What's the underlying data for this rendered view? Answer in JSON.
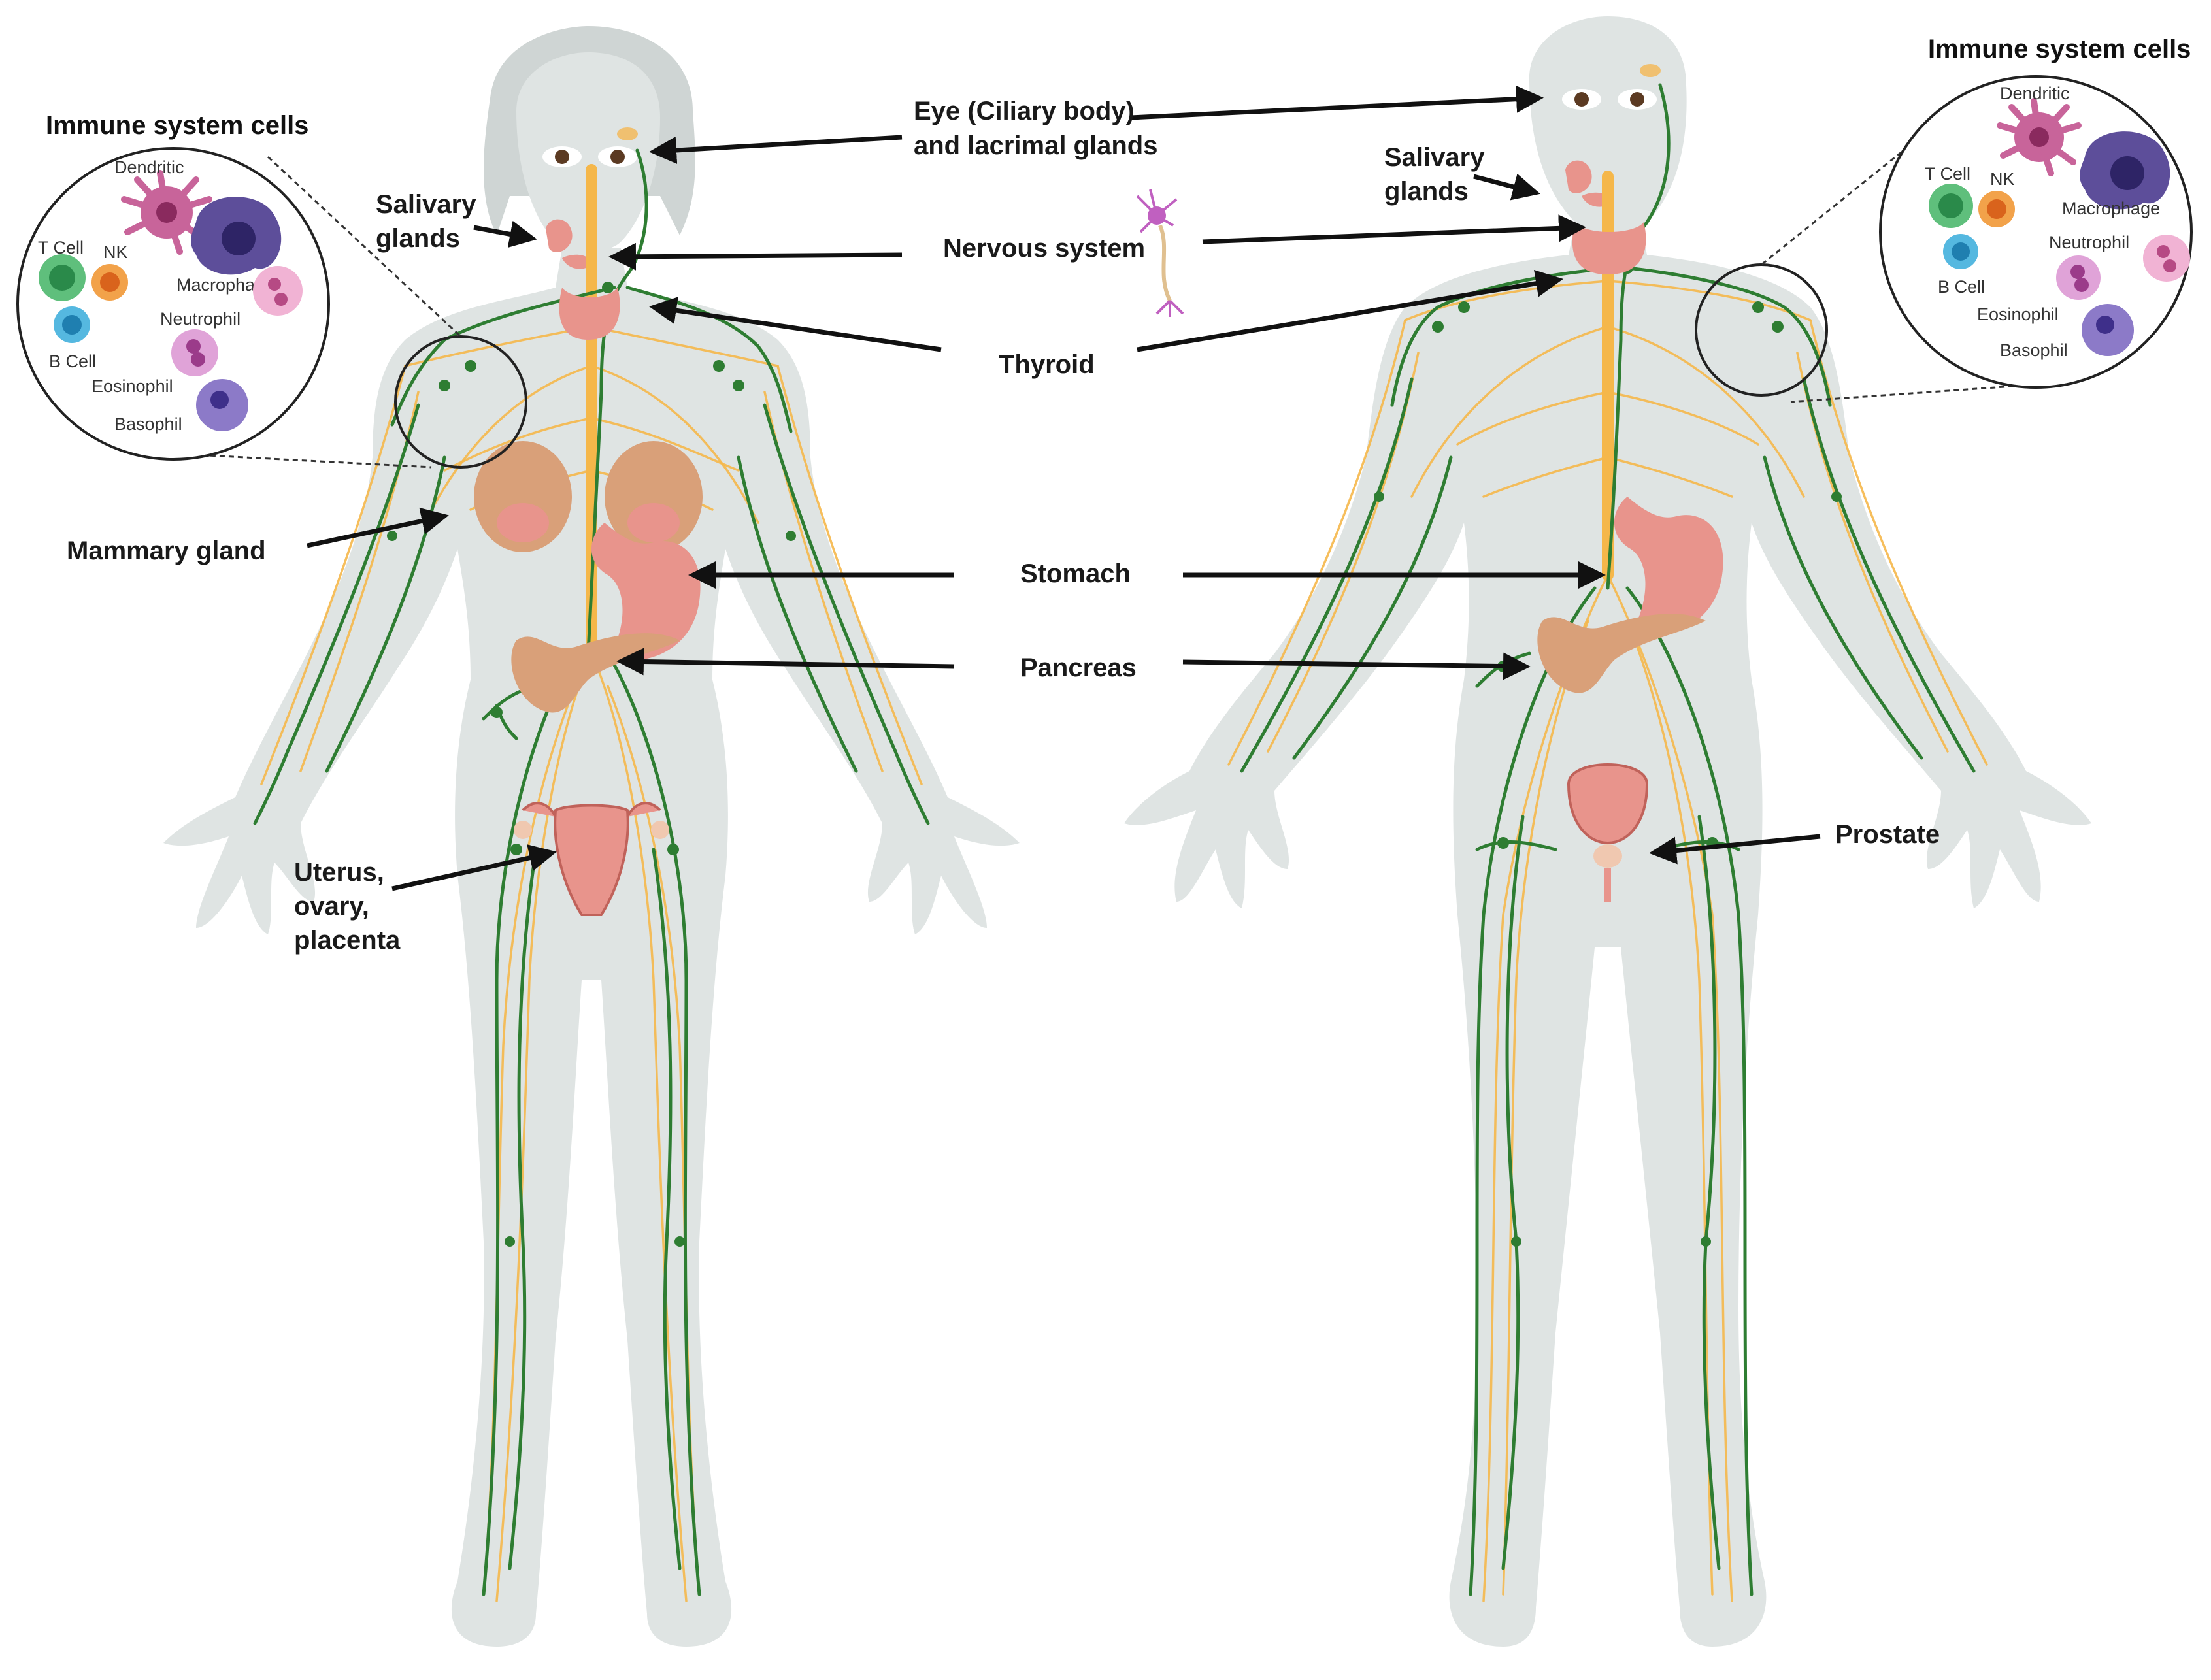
{
  "left_panel": {
    "title": "Immune system cells",
    "cells": {
      "dendritic": "Dendritic",
      "t_cell": "T Cell",
      "nk": "NK",
      "macrophage": "Macrophage",
      "b_cell": "B Cell",
      "neutrophil": "Neutrophil",
      "eosinophil": "Eosinophil",
      "basophil": "Basophil"
    }
  },
  "right_panel": {
    "title": "Immune system cells",
    "cells": {
      "dendritic": "Dendritic",
      "t_cell": "T Cell",
      "nk": "NK",
      "macrophage": "Macrophage",
      "neutrophil": "Neutrophil",
      "b_cell": "B Cell",
      "eosinophil": "Eosinophil",
      "basophil": "Basophil"
    }
  },
  "labels": {
    "eye_line1": "Eye (Ciliary body)",
    "eye_line2": "and lacrimal glands",
    "salivary_left_1": "Salivary",
    "salivary_left_2": "glands",
    "salivary_right_1": "Salivary",
    "salivary_right_2": "glands",
    "nervous_system": "Nervous system",
    "thyroid": "Thyroid",
    "mammary_gland": "Mammary gland",
    "stomach": "Stomach",
    "pancreas": "Pancreas",
    "uterus_1": "Uterus,",
    "uterus_2": "ovary,",
    "uterus_3": "placenta",
    "prostate": "Prostate"
  },
  "colors": {
    "body": "#dfe4e3",
    "lymph": "#2e7d32",
    "nerve": "#f5b74a",
    "organ": "#e8948c",
    "pancreas": "#d9a079"
  }
}
